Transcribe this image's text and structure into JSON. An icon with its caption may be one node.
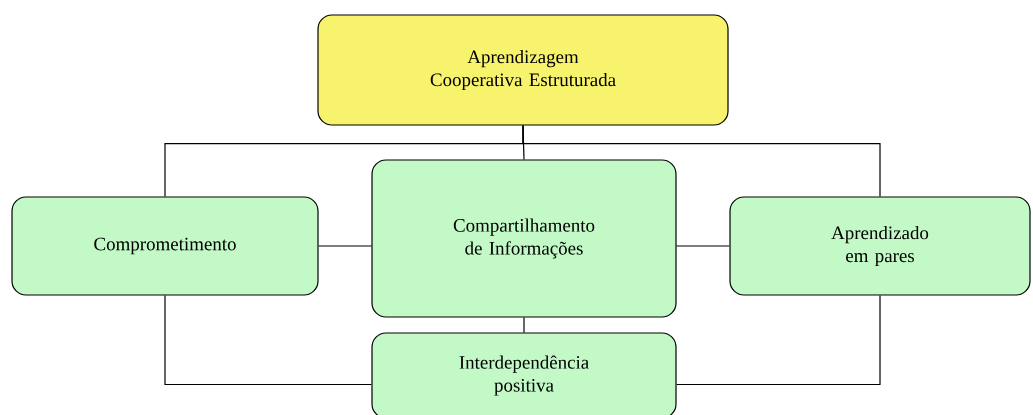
{
  "diagram": {
    "nodes": [
      {
        "text": [
          "Aprendizagem Cooperativa Estruturada"
        ]
      },
      {
        "text": [
          "Comprometimento"
        ]
      },
      {
        "text": [
          "Compartilhamento de Informações"
        ]
      },
      {
        "text": [
          "Aprendizado em pares"
        ]
      },
      {
        "text": [
          "Interdependência positiva"
        ]
      }
    ],
    "edges": [
      {
        "from": 0,
        "to": 1,
        "arrow": "none"
      },
      {
        "from": 0,
        "to": 2,
        "arrow": "none"
      },
      {
        "from": 0,
        "to": 3,
        "arrow": "none"
      },
      {
        "from": 1,
        "to": 2,
        "arrow": "none"
      },
      {
        "from": 2,
        "to": 3,
        "arrow": "none"
      },
      {
        "from": 2,
        "to": 4,
        "arrow": "none"
      },
      {
        "from": 1,
        "to": 4,
        "arrow": "none"
      },
      {
        "from": 3,
        "to": 4,
        "arrow": "none"
      }
    ]
  }
}
